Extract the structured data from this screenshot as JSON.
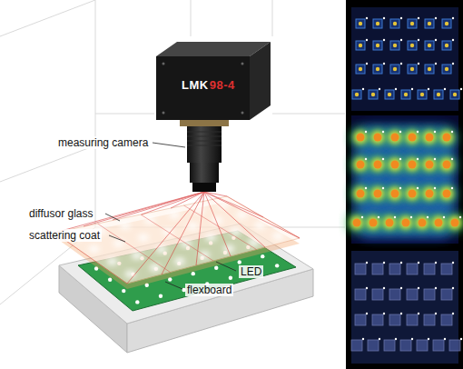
{
  "diagram": {
    "labels": [
      "LMK",
      "98-4",
      "measuring camera",
      "diffusor glass",
      "scattering coat",
      "LED",
      "flexboard"
    ]
  }
}
